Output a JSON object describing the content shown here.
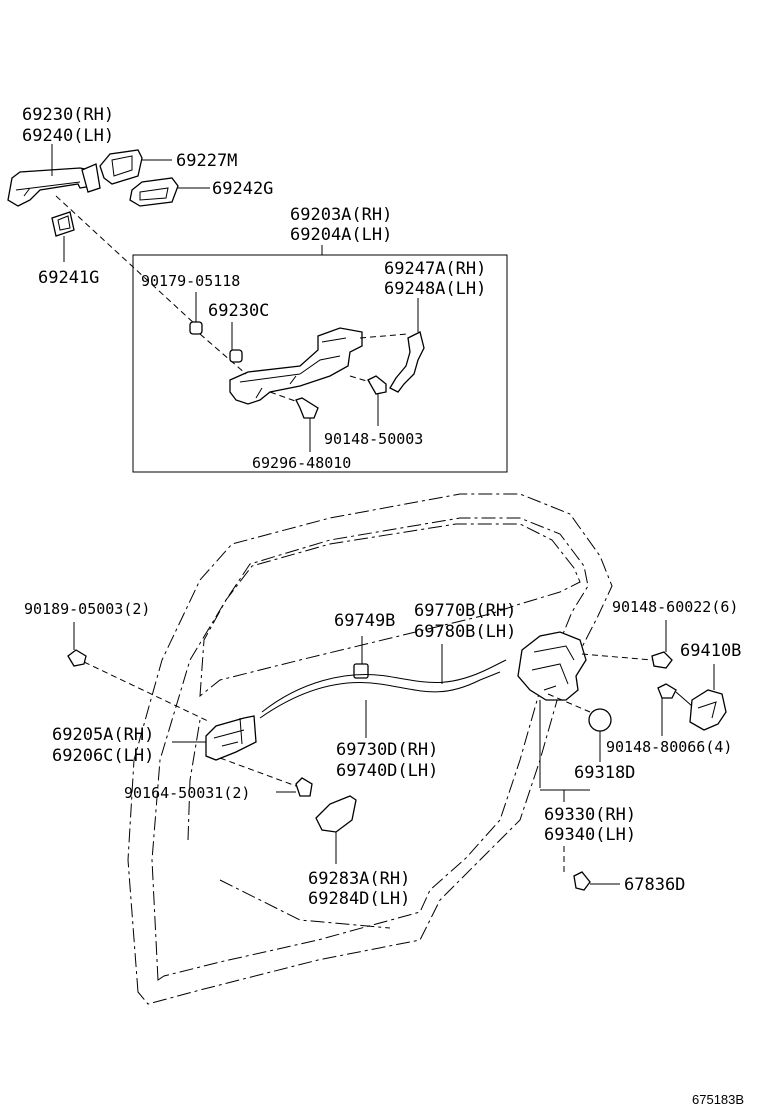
{
  "labels": {
    "p69230": "69230(RH)",
    "p69240": "69240(LH)",
    "p69227M": "69227M",
    "p69242G": "69242G",
    "p69241G": "69241G",
    "p69203A": "69203A(RH)",
    "p69204A": "69204A(LH)",
    "p90179": "90179-05118",
    "p69230C": "69230C",
    "p69247A": "69247A(RH)",
    "p69248A": "69248A(LH)",
    "p90148_50003": "90148-50003",
    "p69296": "69296-48010",
    "p90189": "90189-05003(2)",
    "p69749B": "69749B",
    "p69770B": "69770B(RH)",
    "p69780B": "69780B(LH)",
    "p90148_60022": "90148-60022(6)",
    "p69410B": "69410B",
    "p69205A": "69205A(RH)",
    "p69206C": "69206C(LH)",
    "p69730D": "69730D(RH)",
    "p69740D": "69740D(LH)",
    "p90148_80066": "90148-80066(4)",
    "p69318D": "69318D",
    "p90164": "90164-50031(2)",
    "p69330": "69330(RH)",
    "p69340": "69340(LH)",
    "p69283A": "69283A(RH)",
    "p69284D": "69284D(LH)",
    "p67836D": "67836D"
  },
  "footer": {
    "code": "675183B"
  }
}
